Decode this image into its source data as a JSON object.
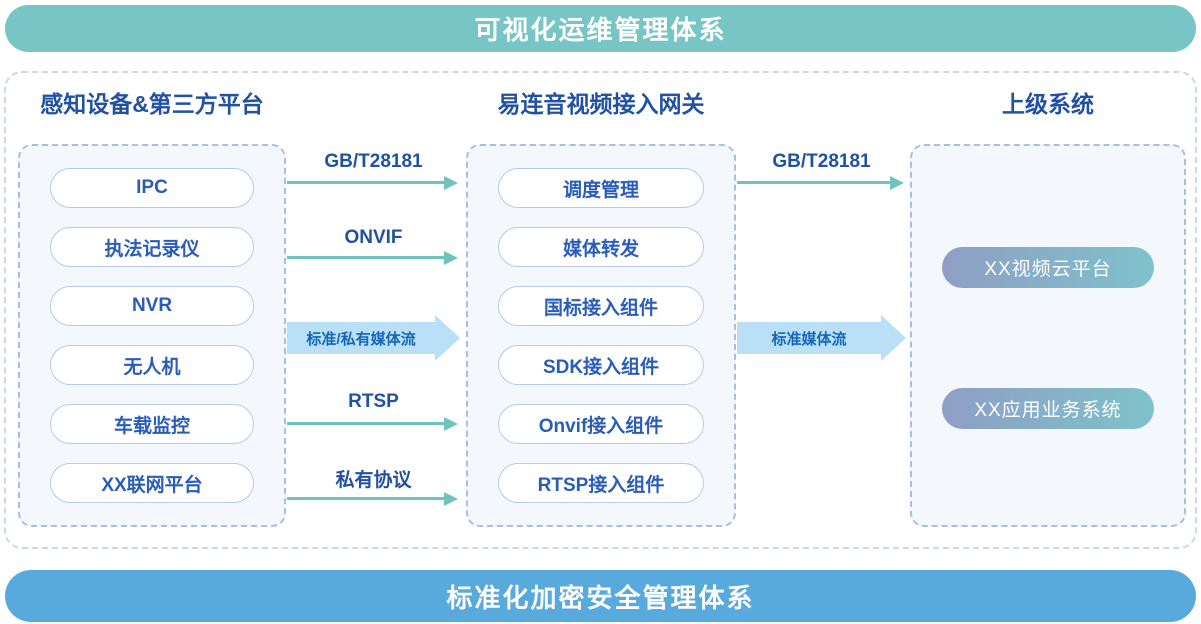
{
  "top_banner": {
    "label": "可视化运维管理体系"
  },
  "bottom_banner": {
    "label": "标准化加密安全管理体系"
  },
  "columns": [
    {
      "header": "感知设备&第三方平台",
      "items": [
        "IPC",
        "执法记录仪",
        "NVR",
        "无人机",
        "车载监控",
        "XX联网平台"
      ]
    },
    {
      "header": "易连音视频接入网关",
      "items": [
        "调度管理",
        "媒体转发",
        "国标接入组件",
        "SDK接入组件",
        "Onvif接入组件",
        "RTSP接入组件"
      ]
    },
    {
      "header": "上级系统",
      "items": [
        "XX视频云平台",
        "XX应用业务系统"
      ]
    }
  ],
  "flows": {
    "left_to_mid": {
      "thin": [
        "GB/T28181",
        "ONVIF",
        "RTSP",
        "私有协议"
      ],
      "big": "标准/私有媒体流"
    },
    "mid_to_right": {
      "thin": [
        "GB/T28181"
      ],
      "big": "标准媒体流"
    }
  },
  "colors": {
    "top_banner": "#77C6C5",
    "bottom_banner": "#58A9DC",
    "header_text": "#2151A3",
    "pill_text": "#2A5CB8",
    "pill_border": "#B6CAE8",
    "panel_border": "#A6BFE2",
    "panel_background": "#F4F8FC",
    "thin_arrow": "#6FC4BD",
    "big_arrow_fill": "#B9E0F6",
    "big_arrow_text": "#1566B4",
    "gradient_pill_left": "#8F9EC5",
    "gradient_pill_right": "#7EC2CA"
  }
}
